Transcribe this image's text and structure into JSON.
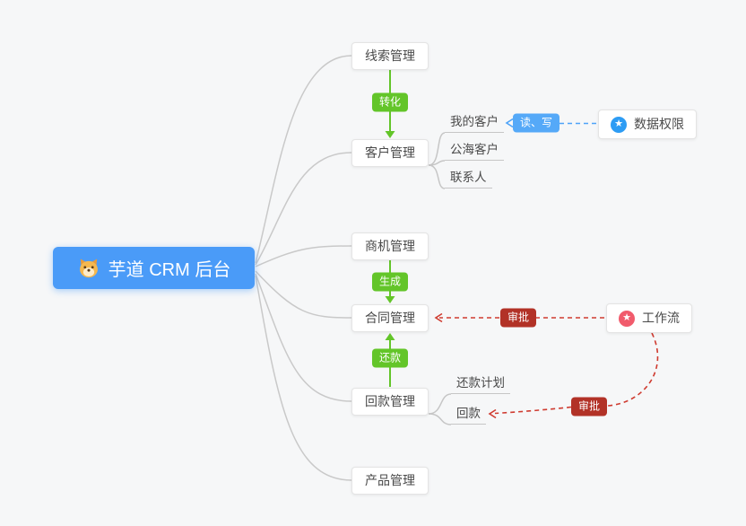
{
  "colors": {
    "background": "#f6f7f8",
    "root_blue": "#4a9bf8",
    "green_badge": "#63c529",
    "blue_badge": "#55a9f8",
    "red_badge": "#b23227",
    "red_dash": "#cf3b30",
    "blue_dash": "#4da3f8",
    "gray_link": "#c9c9c9",
    "data_permission_icon": "#2d9cf4",
    "workflow_icon": "#f15b6c"
  },
  "root": {
    "label": "芋道 CRM 后台",
    "icon": "shiba-dog-icon"
  },
  "nodes": [
    {
      "label": "线索管理"
    },
    {
      "label": "客户管理"
    },
    {
      "label": "商机管理"
    },
    {
      "label": "合同管理"
    },
    {
      "label": "回款管理"
    },
    {
      "label": "产品管理"
    }
  ],
  "sub_nodes": {
    "customer": [
      "我的客户",
      "公海客户",
      "联系人"
    ],
    "receivable": [
      "还款计划",
      "回款"
    ]
  },
  "badges": {
    "convert": {
      "label": "转化",
      "color": "#63c529"
    },
    "generate": {
      "label": "生成",
      "color": "#63c529"
    },
    "repay": {
      "label": "还款",
      "color": "#63c529"
    },
    "read_write": {
      "label": "读、写",
      "color": "#55a9f8"
    },
    "approve_contract": {
      "label": "审批",
      "color": "#b23227"
    },
    "approve_receivable": {
      "label": "审批",
      "color": "#b23227"
    }
  },
  "side_nodes": {
    "data_permission": {
      "label": "数据权限",
      "icon": "star-icon"
    },
    "workflow": {
      "label": "工作流",
      "icon": "star-icon"
    }
  },
  "edges": [
    {
      "from": "线索管理",
      "to": "客户管理",
      "label": "转化",
      "type": "green-arrow"
    },
    {
      "from": "商机管理",
      "to": "合同管理",
      "label": "生成",
      "type": "green-arrow"
    },
    {
      "from": "回款管理",
      "to": "合同管理",
      "label": "还款",
      "type": "green-arrow"
    },
    {
      "from": "数据权限",
      "to": "我的客户",
      "label": "读、写",
      "type": "blue-dashed-arrow"
    },
    {
      "from": "工作流",
      "to": "合同管理",
      "label": "审批",
      "type": "red-dashed-arrow"
    },
    {
      "from": "工作流",
      "to": "回款",
      "label": "审批",
      "type": "red-dashed-arrow"
    }
  ]
}
